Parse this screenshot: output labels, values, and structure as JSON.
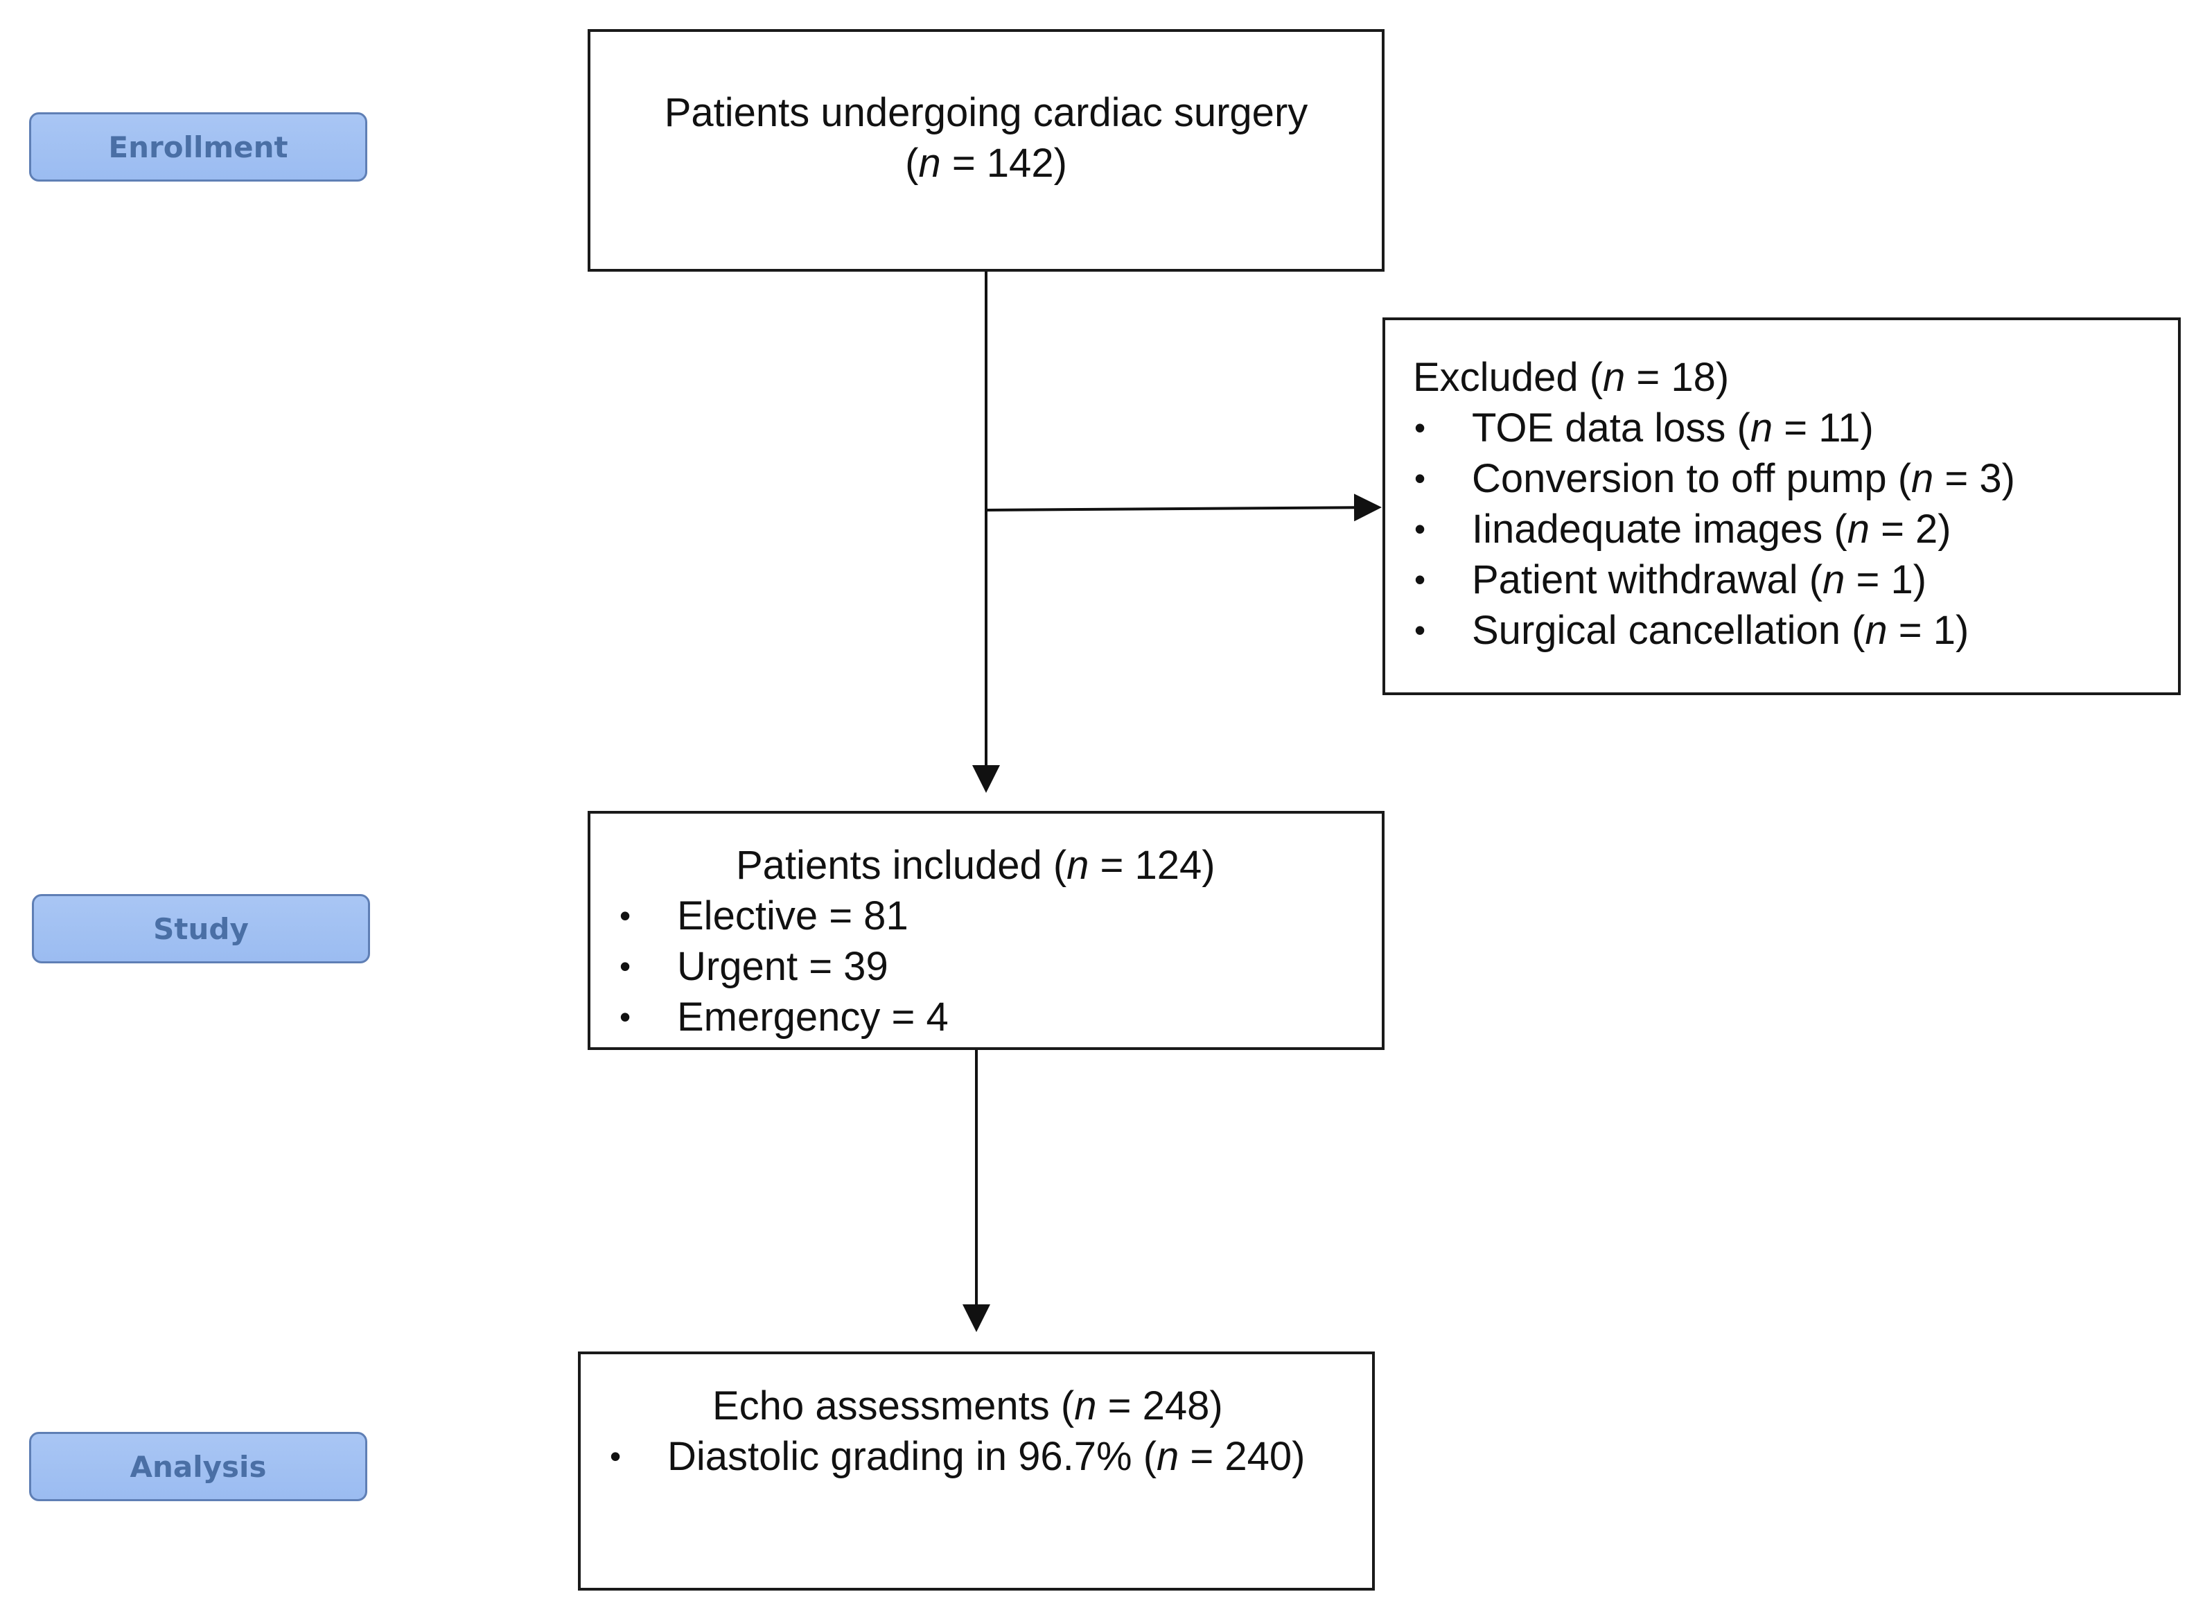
{
  "phases": {
    "enrollment": "Enrollment",
    "study": "Study",
    "analysis": "Analysis"
  },
  "enrollment_box": {
    "line1": "Patients undergoing  cardiac  surgery",
    "n_open": "(",
    "n_var": "n",
    "n_close": " = 142)"
  },
  "excluded_box": {
    "title": "Excluded  (",
    "title_var": "n",
    "title_close": " = 18)",
    "items": [
      {
        "text": "TOE data loss (",
        "var": "n",
        "close": " = 11)"
      },
      {
        "text": "Conversion  to off  pump (",
        "var": "n",
        "close": " = 3)"
      },
      {
        "text": "Iinadequate  images (",
        "var": "n",
        "close": " = 2)"
      },
      {
        "text": "Patient withdrawal  (",
        "var": "n",
        "close": " = 1)"
      },
      {
        "text": "Surgical cancellation (",
        "var": "n",
        "close": " = 1)"
      }
    ]
  },
  "study_box": {
    "title": "Patients included   (",
    "title_var": "n",
    "title_close": " = 124)",
    "items": [
      "Elective = 81",
      "Urgent = 39",
      "Emergency = 4"
    ]
  },
  "analysis_box": {
    "title": "Echo assessments (",
    "title_var": "n",
    "title_close": " = 248)",
    "item_text": "Diastolic grading  in 96.7% (",
    "item_var": "n",
    "item_close": " = 240)"
  }
}
